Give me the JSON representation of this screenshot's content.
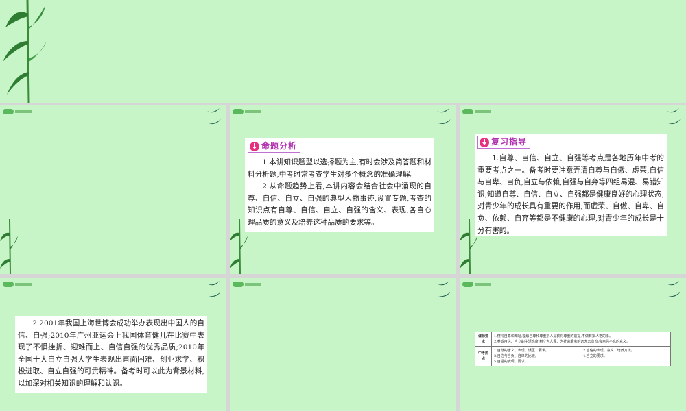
{
  "slide2": {
    "heading": "命题分析",
    "paragraphs": [
      "1.本讲知识题型以选择题为主,有时会涉及简答题和材料分析题,中考时常考查学生对多个概念的准确理解。",
      "2.从命题趋势上看,本讲内容会结合社会中涌现的自尊、自信、自立、自强的典型人物事迹,设置专题,考查的知识点有自尊、自信、自立、自强的含义、表现,各自心理品质的意义及培养这种品质的要求等。"
    ]
  },
  "slide3": {
    "heading": "复习指导",
    "paragraphs": [
      "1.自尊、自信、自立、自强等考点是各地历年中考的重要考点之一。备考时要注意弄清自尊与自傲、虚荣,自信与自卑、自负,自立与依赖,自强与自弃等四组易混、易错知识,知道自尊、自信、自立、自强都是健康良好的心理状态,对青少年的成长具有重要的作用;而虚荣、自傲、自卑、自负、依赖、自弃等都是不健康的心理,对青少年的成长是十分有害的。"
    ]
  },
  "slide4": {
    "paragraphs": [
      "2.2001年我国上海世博会成功举办表现出中国人的自信、自强;2010年广州亚运会上我国体育健儿在比赛中表现了不惧挫折、迎难而上、自信自强的优秀品质;2010年全国十大自立自强大学生表现出直面困难、创业求学、积极进取、自立自强的可贵精神。备考时可以此为背景材料,以加深对相关知识的理解和认识。"
    ]
  },
  "slide6": {
    "table": {
      "row1_header": "课标要求",
      "row1_items": [
        "1.懂得自尊和知耻,理解自尊和尊重别人是获得尊重的前提,不做有损人格的事。",
        "2.养成自信、自立的生活态度,树立为人民、为社会服务的远大志向,体会自强不息的意义。"
      ],
      "row2_header": "中考热点",
      "row2_items": [
        "1.自尊的含义、表现、误区、要求。",
        "2.自信的表现、意义、培养方法。",
        "3.自信与自负、自卑的比较。",
        "4.自立的要求。",
        "5.自强的表现、要求。"
      ]
    }
  },
  "colors": {
    "slide_bg": "#c8f5c8",
    "heading_accent": "#b030b0",
    "arrow_bg": "#e83080"
  }
}
